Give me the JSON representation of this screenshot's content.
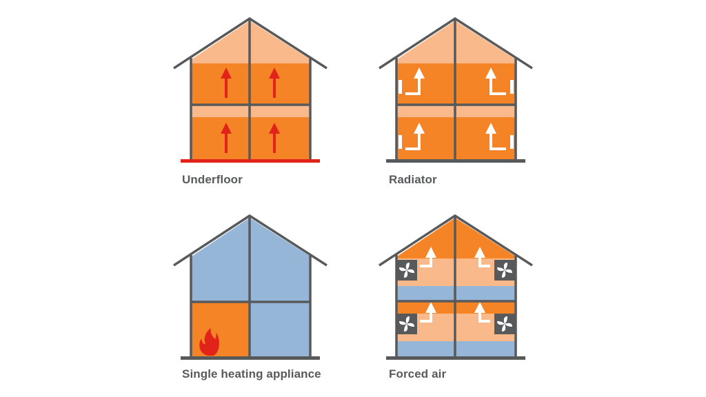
{
  "diagram": {
    "panels": [
      {
        "label": "Underfloor"
      },
      {
        "label": "Radiator"
      },
      {
        "label": "Single heating appliance"
      },
      {
        "label": "Forced air"
      }
    ]
  },
  "colors": {
    "outline": "#58595b",
    "warm": "#f58426",
    "light_warm": "#f9b98a",
    "cool": "#95b6d6",
    "heat": "#e2231a",
    "white": "#ffffff"
  }
}
